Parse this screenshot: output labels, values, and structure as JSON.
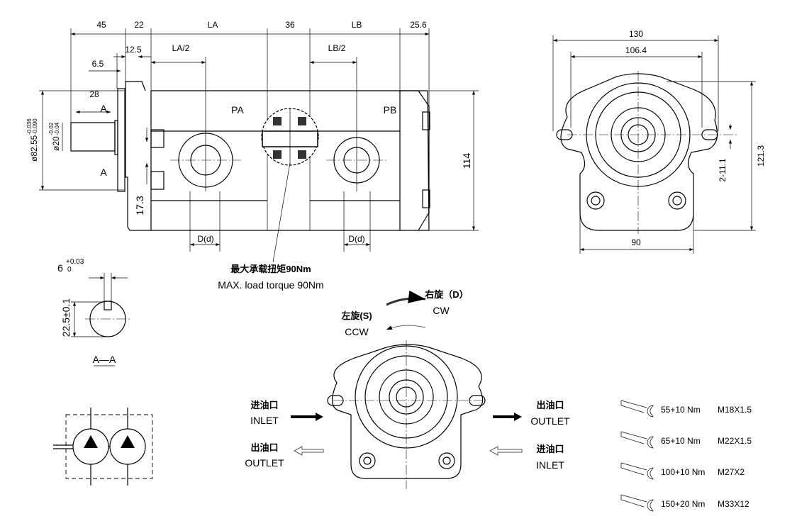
{
  "side_view": {
    "dims_top": [
      "45",
      "22",
      "LA",
      "36",
      "LB",
      "25.6"
    ],
    "dim_12_5": "12.5",
    "dim_la_half": "LA/2",
    "dim_lb_half": "LB/2",
    "dim_6_5": "6.5",
    "dim_28": "28",
    "section_mark": "A",
    "port_a": "PA",
    "port_b": "PB",
    "height": "114",
    "dim_17_3": "17.3",
    "port_dia": "D(d)",
    "pilot_dia": "ø82.55",
    "pilot_tol_upper": "-0.036",
    "pilot_tol_lower": "-0.090",
    "shaft_dia": "ø20",
    "shaft_tol_upper": "-0.02",
    "shaft_tol_lower": "-0.04"
  },
  "torque_note": {
    "cn": "最大承载扭矩90Nm",
    "en": "MAX. load torque 90Nm"
  },
  "front_view": {
    "width": "130",
    "bolt_spacing": "106.4",
    "height": "121.3",
    "holes": "2-11.1",
    "base_width": "90"
  },
  "keyway_section": {
    "key_width": "6",
    "key_tol_upper": "+0.03",
    "key_tol_lower": "0",
    "key_height": "22.5±0.1",
    "title": "A—A"
  },
  "rotation": {
    "cw_cn": "右旋（D）",
    "cw_en": "CW",
    "ccw_cn": "左旋(S)",
    "ccw_en": "CCW"
  },
  "ports": {
    "left_top_cn": "进油口",
    "left_top_en": "INLET",
    "left_bottom_cn": "出油口",
    "left_bottom_en": "OUTLET",
    "right_top_cn": "出油口",
    "right_top_en": "OUTLET",
    "right_bottom_cn": "进油口",
    "right_bottom_en": "INLET"
  },
  "torque_table": [
    {
      "torque": "55+10 Nm",
      "thread": "M18X1.5"
    },
    {
      "torque": "65+10 Nm",
      "thread": "M22X1.5"
    },
    {
      "torque": "100+10 Nm",
      "thread": "M27X2"
    },
    {
      "torque": "150+20 Nm",
      "thread": "M33X12"
    }
  ]
}
